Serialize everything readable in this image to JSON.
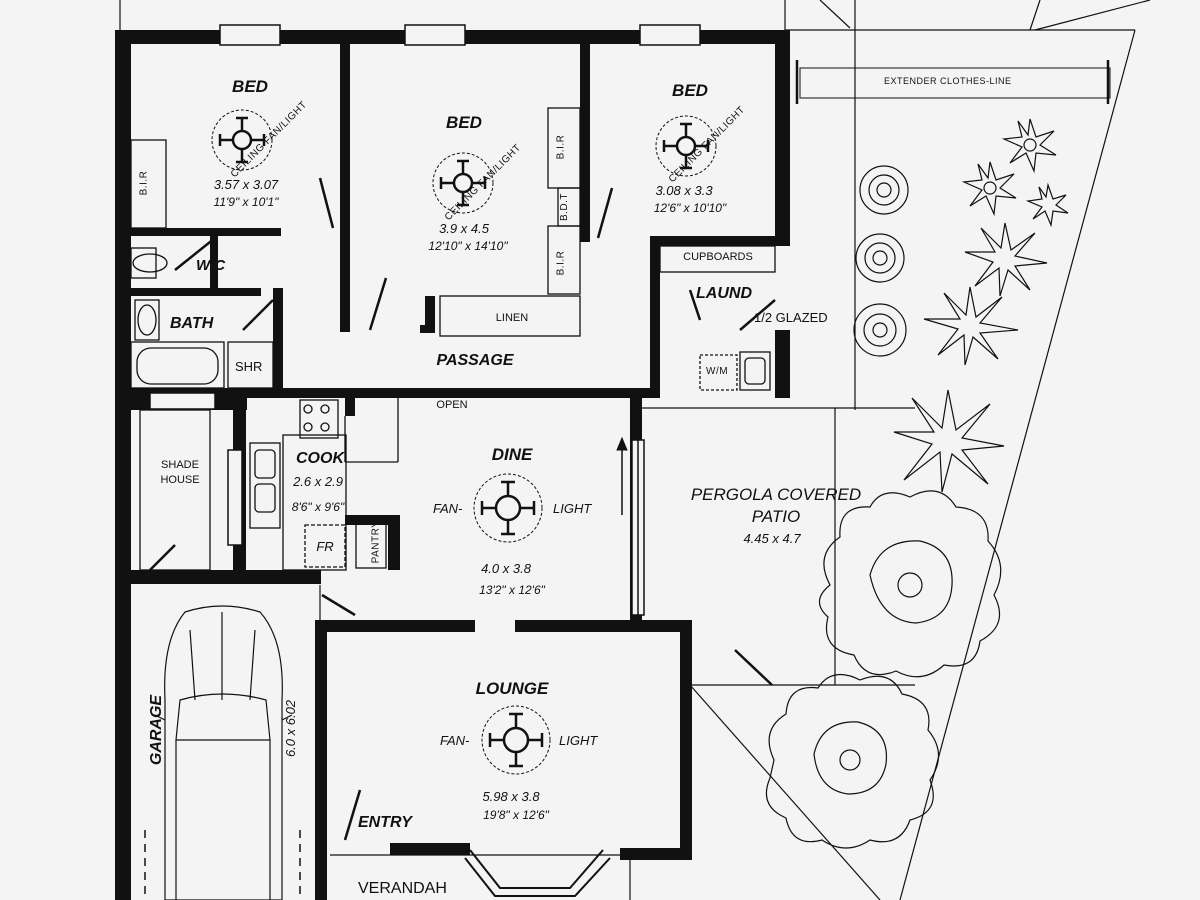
{
  "rooms": {
    "bed1": {
      "name": "BED",
      "metric": "3.57 x 3.07",
      "imperial": "11'9\" x 10'1\"",
      "fixture": "CEILING FAN/LIGHT"
    },
    "bed2": {
      "name": "BED",
      "metric": "3.9 x 4.5",
      "imperial": "12'10\" x 14'10\"",
      "fixture": "CEILING FAN/LIGHT"
    },
    "bed3": {
      "name": "BED",
      "metric": "3.08 x 3.3",
      "imperial": "12'6\" x 10'10\"",
      "fixture": "CEILING FAN/LIGHT"
    },
    "wc": {
      "name": "W/C"
    },
    "bath": {
      "name": "BATH"
    },
    "shower": {
      "name": "SHR"
    },
    "passage": {
      "name": "PASSAGE"
    },
    "laundry": {
      "name": "LAUND",
      "cupboards": "CUPBOARDS",
      "washer": "W/M",
      "door_note": "1/2 GLAZED"
    },
    "cook": {
      "name": "COOK",
      "metric": "2.6 x 2.9",
      "imperial": "8'6\" x 9'6\"",
      "fridge": "FR",
      "pantry": "PANTRY"
    },
    "dine": {
      "name": "DINE",
      "metric": "4.0 x 3.8",
      "imperial": "13'2\" x 12'6\"",
      "fan": "FAN-",
      "light": "LIGHT",
      "opening": "OPEN"
    },
    "patio": {
      "name_line1": "PERGOLA COVERED",
      "name_line2": "PATIO",
      "metric": "4.45 x 4.7"
    },
    "shade_house": {
      "line1": "SHADE",
      "line2": "HOUSE"
    },
    "garage": {
      "name": "GARAGE",
      "metric": "6.0 x 6.02"
    },
    "lounge": {
      "name": "LOUNGE",
      "metric": "5.98 x 3.8",
      "imperial": "19'8\" x 12'6\"",
      "fan": "FAN-",
      "light": "LIGHT"
    },
    "entry": {
      "name": "ENTRY"
    },
    "verandah": {
      "name": "VERANDAH"
    }
  },
  "fittings": {
    "bir": "B.I.R",
    "bdt": "B.D.T",
    "linen": "LINEN",
    "clothes_line": "EXTENDER CLOTHES-LINE"
  }
}
